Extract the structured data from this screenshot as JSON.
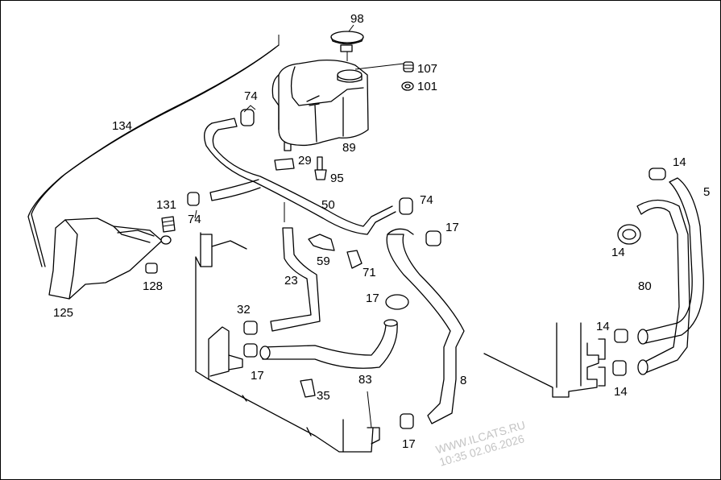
{
  "labels": {
    "p98": "98",
    "p107": "107",
    "p101": "101",
    "p74a": "74",
    "p134": "134",
    "p89": "89",
    "p29": "29",
    "p95": "95",
    "p131": "131",
    "p74b": "74",
    "p50": "50",
    "p74c": "74",
    "p17a": "17",
    "p14a": "14",
    "p5": "5",
    "p14b": "14",
    "p125": "125",
    "p128": "128",
    "p59": "59",
    "p71": "71",
    "p23": "23",
    "p17b": "17",
    "p80": "80",
    "p32": "32",
    "p14c": "14",
    "p17c": "17",
    "p8": "8",
    "p83": "83",
    "p35": "35",
    "p14d": "14",
    "p17d": "17"
  },
  "watermark": {
    "line1": "WWW.ILCATS.RU",
    "line2": "10:35 02.06.2026"
  }
}
